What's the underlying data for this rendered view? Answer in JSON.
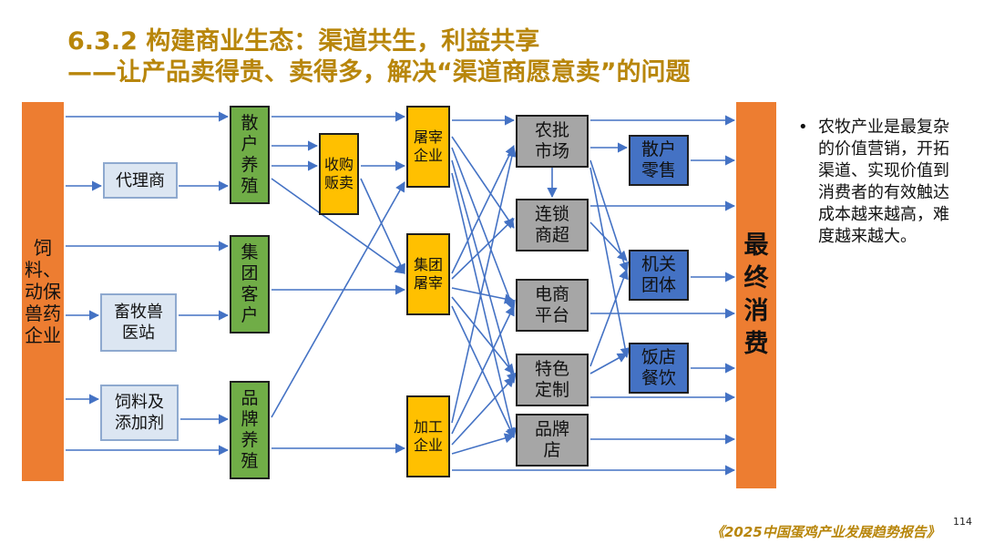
{
  "title": {
    "line1": "6.3.2 构建商业生态：渠道共生，利益共享",
    "line2": "——让产品卖得贵、卖得多，解决“渠道商愿意卖”的问题"
  },
  "boxes": {
    "source": "饲料、动保兽药企业",
    "agent": "代理商",
    "vet": "畜牧兽医站",
    "additive": "饲料及添加剂",
    "scatter_farming": "散户养殖",
    "group_client": "集团客户",
    "brand_farming": "品牌养殖",
    "collector": "收购贩卖",
    "slaughter_enterprise": "屠宰企业",
    "group_slaughter": "集团屠宰",
    "processing": "加工企业",
    "wholesale_market": "农批市场",
    "chain_supermarket": "连锁商超",
    "ecommerce": "电商平台",
    "custom": "特色定制",
    "brand_store": "品牌店",
    "scatter_retail": "散户零售",
    "institution": "机关团体",
    "restaurant": "饭店餐饮",
    "consumer": "最终消费"
  },
  "bullet": {
    "symbol": "•",
    "text": "农牧产业是最复杂的价值营销，开拓渠道、实现价值到消费者的有效触达成本越来越高，难度越来越大。"
  },
  "footer": {
    "source": "《2025中国蛋鸡产业发展趋势报告》",
    "page": "114"
  },
  "colors": {
    "title": "#b8860b",
    "orange": "#ed7d31",
    "green": "#70ad47",
    "yellow": "#ffc000",
    "gray": "#a6a6a6",
    "blue": "#4472c4",
    "light": "#dce6f2",
    "arrow": "#4472c4"
  }
}
